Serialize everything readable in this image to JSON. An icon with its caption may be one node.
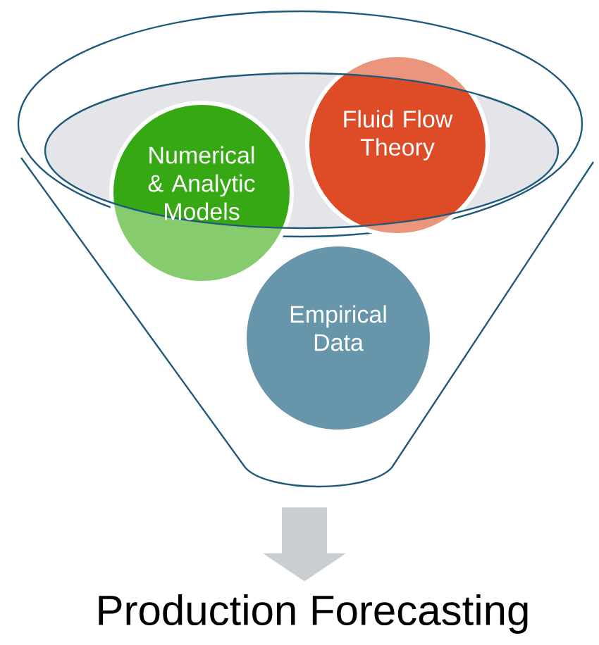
{
  "diagram": {
    "nodes": [
      {
        "text": [],
        "shape": "funnel"
      },
      {
        "text": [
          "Numerical & Analytic Models"
        ],
        "in": 0
      },
      {
        "text": [
          "Fluid Flow Theory"
        ],
        "in": 0
      },
      {
        "text": [
          "Empirical Data"
        ],
        "in": 0
      },
      {
        "text": [
          "Production Forecasting"
        ]
      }
    ],
    "edges": [
      {
        "from": 0,
        "to": 4,
        "arrow": "to"
      }
    ]
  }
}
